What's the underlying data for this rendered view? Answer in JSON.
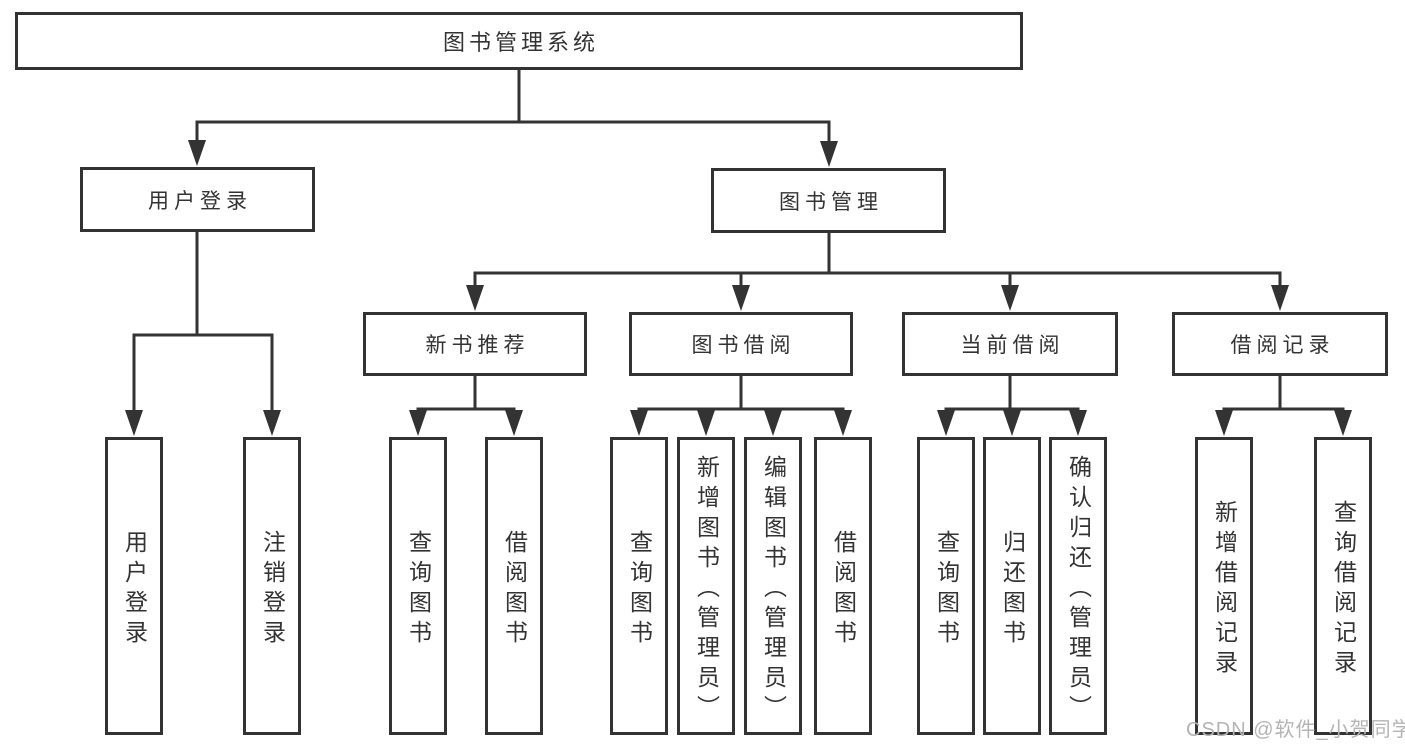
{
  "diagram_type": "system-function-tree",
  "tree": {
    "label": "图书管理系统",
    "children": [
      {
        "label": "用户登录",
        "children": [
          {
            "label": "用户登录"
          },
          {
            "label": "注销登录"
          }
        ]
      },
      {
        "label": "图书管理",
        "children": [
          {
            "label": "新书推荐",
            "children": [
              {
                "label": "查询图书"
              },
              {
                "label": "借阅图书"
              }
            ]
          },
          {
            "label": "图书借阅",
            "children": [
              {
                "label": "查询图书"
              },
              {
                "label": "新增图书（管理员）"
              },
              {
                "label": "编辑图书（管理员）"
              },
              {
                "label": "借阅图书"
              }
            ]
          },
          {
            "label": "当前借阅",
            "children": [
              {
                "label": "查询图书"
              },
              {
                "label": "归还图书"
              },
              {
                "label": "确认归还（管理员）"
              }
            ]
          },
          {
            "label": "借阅记录",
            "children": [
              {
                "label": "新增借阅记录"
              },
              {
                "label": "查询借阅记录"
              }
            ]
          }
        ]
      }
    ]
  },
  "colors": {
    "line": "#333333",
    "box_border": "#333333",
    "text": "#333333",
    "background": "#ffffff",
    "watermark": "#b4b4b4"
  },
  "watermark": {
    "text": "CSDN @软件_小贺同学"
  }
}
